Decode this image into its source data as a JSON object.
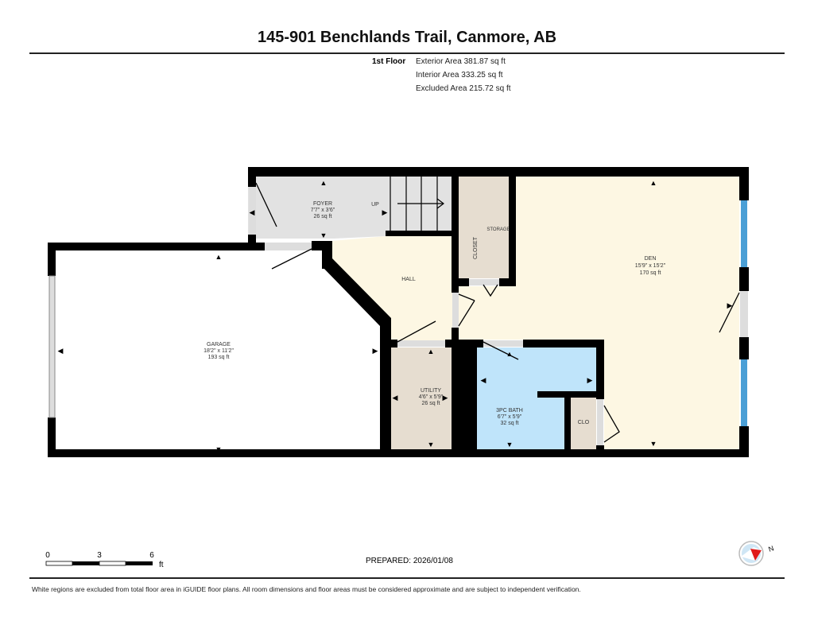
{
  "header": {
    "title": "145-901 Benchlands Trail, Canmore, AB"
  },
  "floor": {
    "name": "1st Floor",
    "exterior": "Exterior Area 381.87 sq ft",
    "interior": "Interior Area 333.25 sq ft",
    "excluded": "Excluded Area 215.72 sq ft"
  },
  "rooms": {
    "foyer": {
      "name": "FOYER",
      "dims": "7'7\" x 3'6\"",
      "area": "26 sq ft"
    },
    "stairs": {
      "label": "UP"
    },
    "closet": {
      "name": "CLOSET"
    },
    "storage": {
      "name": "STORAGE"
    },
    "hall": {
      "name": "HALL"
    },
    "den": {
      "name": "DEN",
      "dims": "15'9\" x 15'2\"",
      "area": "170 sq ft"
    },
    "garage": {
      "name": "GARAGE",
      "dims": "18'2\" x 11'2\"",
      "area": "193 sq ft"
    },
    "utility": {
      "name": "UTILITY",
      "dims": "4'6\" x 5'9\"",
      "area": "26 sq ft"
    },
    "bath": {
      "name": "3PC BATH",
      "dims": "6'7\" x 5'9\"",
      "area": "32 sq ft"
    },
    "clo": {
      "name": "CLO"
    }
  },
  "scale": {
    "t0": "0",
    "t3": "3",
    "t6": "6",
    "unit": "ft"
  },
  "compass": {
    "label": "N"
  },
  "prepared": "PREPARED: 2026/01/08",
  "footer": "White regions are excluded from total floor area in iGUIDE floor plans. All room dimensions and floor areas must be considered approximate and are subject to independent verification.",
  "colors": {
    "wall": "#000000",
    "foyer": "#e2e2e2",
    "hall": "#fdf7e3",
    "beige": "#e6ddd0",
    "bath": "#bfe4fa",
    "window": "#4a9fd6"
  }
}
